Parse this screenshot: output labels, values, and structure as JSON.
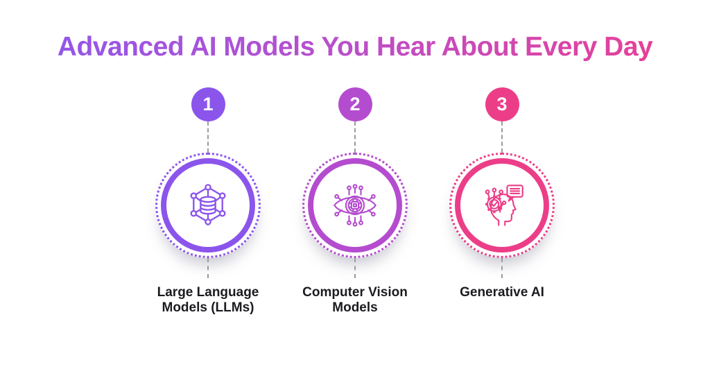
{
  "title": {
    "text": "Advanced AI Models You Hear About Every Day",
    "gradient_css": "linear-gradient(90deg, #8d58ee 0%, #bb4fc8 50%, #ee3d8f 100%)"
  },
  "connector_color": "#9a9aa0",
  "label_color": "#1b1b1f",
  "items": [
    {
      "number": "1",
      "label": "Large Language Models (LLMs)",
      "accent": "#8b55ec",
      "icon": "network-database-icon"
    },
    {
      "number": "2",
      "label": "Computer Vision Models",
      "accent": "#b44ccf",
      "icon": "cybernetic-eye-icon"
    },
    {
      "number": "3",
      "label": "Generative AI",
      "accent": "#ec3e88",
      "icon": "head-gear-chat-icon"
    }
  ]
}
